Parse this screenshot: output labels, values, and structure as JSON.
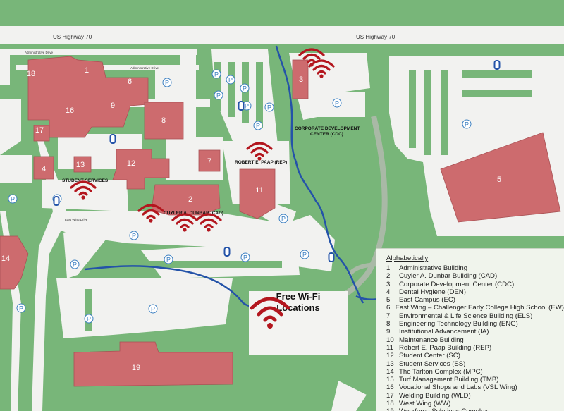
{
  "roads": {
    "highway_left": "US Highway 70",
    "highway_right": "US Highway 70",
    "admin_drive_a": "Administrative Drive",
    "admin_drive_b": "Administrative Drive",
    "east_wing_drive": "East Wing Drive"
  },
  "areas": {
    "student_services": "STUDENT SERVICES",
    "cad": "CUYLER A. DUNBAR (CAD)",
    "rep": "ROBERT E. PAAP (REP)",
    "cdc_line1": "CORPORATE DEVELOPMENT",
    "cdc_line2": "CENTER (CDC)"
  },
  "buildings": [
    "1",
    "2",
    "3",
    "4",
    "5",
    "6",
    "7",
    "8",
    "9",
    "11",
    "12",
    "13",
    "14",
    "16",
    "17",
    "18",
    "19"
  ],
  "parking_symbol": "P",
  "wifi_box": {
    "line1": "Free Wi-Fi",
    "line2": "Locations"
  },
  "legend": {
    "title": "Alphabetically",
    "items": [
      {
        "n": "1",
        "name": "Administrative Building"
      },
      {
        "n": "2",
        "name": "Cuyler A. Dunbar Building (CAD)"
      },
      {
        "n": "3",
        "name": "Corporate Development Center (CDC)"
      },
      {
        "n": "4",
        "name": "Dental Hygiene (DEN)"
      },
      {
        "n": "5",
        "name": "East Campus (EC)"
      },
      {
        "n": "6",
        "name": "East Wing – Challenger Early College High School (EW)"
      },
      {
        "n": "7",
        "name": "Environmental & Life Science Building (ELS)"
      },
      {
        "n": "8",
        "name": "Engineering Technology Building (ENG)"
      },
      {
        "n": "9",
        "name": "Institutional Advancement (IA)"
      },
      {
        "n": "10",
        "name": "Maintenance Building"
      },
      {
        "n": "11",
        "name": "Robert E. Paap Building (REP)"
      },
      {
        "n": "12",
        "name": "Student Center (SC)"
      },
      {
        "n": "13",
        "name": "Student Services (SS)"
      },
      {
        "n": "14",
        "name": "The Tarlton Complex (MPC)"
      },
      {
        "n": "15",
        "name": "Turf Management Building (TMB)"
      },
      {
        "n": "16",
        "name": "Vocational Shops and Labs (VSL Wing)"
      },
      {
        "n": "17",
        "name": "Welding Building (WLD)"
      },
      {
        "n": "18",
        "name": "West Wing (WW)"
      },
      {
        "n": "19",
        "name": "Workforce Solutions Complex"
      }
    ]
  },
  "colors": {
    "grass": "#78b679",
    "road": "#f2f2f0",
    "building": "#cd6b6e",
    "wifi": "#b3161e",
    "river": "#2453a8",
    "parking": "#3b7fc1"
  }
}
